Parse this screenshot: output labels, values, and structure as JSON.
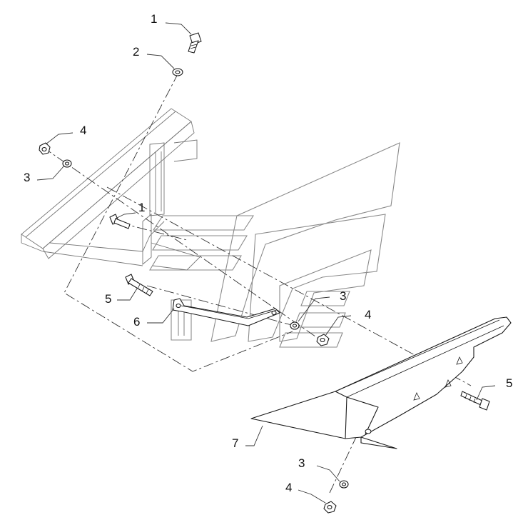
{
  "callouts": [
    {
      "id": "c1a",
      "label": "1",
      "part": "screw"
    },
    {
      "id": "c2",
      "label": "2",
      "part": "washer"
    },
    {
      "id": "c4a",
      "label": "4",
      "part": "nut"
    },
    {
      "id": "c3a",
      "label": "3",
      "part": "washer"
    },
    {
      "id": "c1b",
      "label": "1",
      "part": "screw"
    },
    {
      "id": "c5a",
      "label": "5",
      "part": "bolt"
    },
    {
      "id": "c6",
      "label": "6",
      "part": "bracket"
    },
    {
      "id": "c3b",
      "label": "3",
      "part": "washer"
    },
    {
      "id": "c4b",
      "label": "4",
      "part": "nut"
    },
    {
      "id": "c5b",
      "label": "5",
      "part": "bolt"
    },
    {
      "id": "c7",
      "label": "7",
      "part": "divider-point"
    },
    {
      "id": "c3c",
      "label": "3",
      "part": "washer"
    },
    {
      "id": "c4c",
      "label": "4",
      "part": "nut"
    }
  ]
}
